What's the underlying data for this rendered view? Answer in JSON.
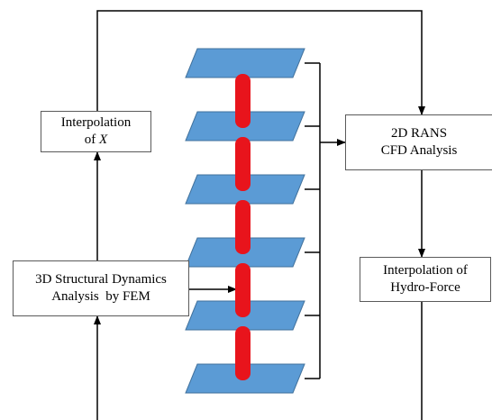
{
  "boxes": {
    "interp_x": {
      "line1": "Interpolation",
      "line2_prefix": "of ",
      "line2_var": "X"
    },
    "fem": {
      "line1": "3D Structural Dynamics",
      "line2": "Analysis  by FEM"
    },
    "rans": {
      "line1": "2D RANS",
      "line2": "CFD Analysis"
    },
    "hydro": {
      "line1": "Interpolation of",
      "line2": "Hydro-Force"
    }
  },
  "colors": {
    "plate_fill": "#5b9bd5",
    "plate_stroke": "#41719c",
    "riser": "#e8141c",
    "line": "#000000"
  },
  "plates": {
    "count": 6
  },
  "riser_segments": {
    "count": 5
  }
}
